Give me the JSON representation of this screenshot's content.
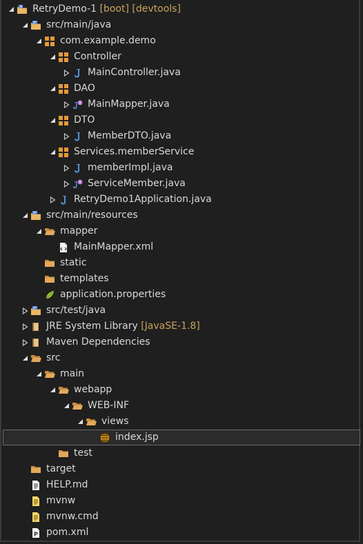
{
  "colors": {
    "background": "#1f1f1f",
    "text": "#d8d8d8",
    "decoration": "#c9a35c",
    "folder": "#e3a85a",
    "package": "#e59a3b",
    "java": "#5a8fd8",
    "interface_badge": "#b673d9"
  },
  "tree": [
    {
      "label": "RetryDemo-1",
      "decoration": " [boot] [devtools]",
      "icon": "project-icon",
      "twisty": "expanded"
    },
    {
      "label": "src/main/java",
      "icon": "source-folder-icon",
      "twisty": "expanded"
    },
    {
      "label": "com.example.demo",
      "icon": "package-icon",
      "twisty": "expanded"
    },
    {
      "label": "Controller",
      "icon": "package-icon",
      "twisty": "expanded"
    },
    {
      "label": "MainController.java",
      "icon": "java-class-icon",
      "twisty": "collapsed"
    },
    {
      "label": "DAO",
      "icon": "package-icon",
      "twisty": "expanded"
    },
    {
      "label": "MainMapper.java",
      "icon": "java-interface-icon",
      "twisty": "collapsed"
    },
    {
      "label": "DTO",
      "icon": "package-icon",
      "twisty": "expanded"
    },
    {
      "label": "MemberDTO.java",
      "icon": "java-class-icon",
      "twisty": "collapsed"
    },
    {
      "label": "Services.memberService",
      "icon": "package-icon",
      "twisty": "expanded"
    },
    {
      "label": "memberImpl.java",
      "icon": "java-class-icon",
      "twisty": "collapsed"
    },
    {
      "label": "ServiceMember.java",
      "icon": "java-interface-icon",
      "twisty": "collapsed"
    },
    {
      "label": "RetryDemo1Application.java",
      "icon": "java-class-icon",
      "twisty": "collapsed"
    },
    {
      "label": "src/main/resources",
      "icon": "source-folder-icon",
      "twisty": "expanded"
    },
    {
      "label": "mapper",
      "icon": "folder-open-icon",
      "twisty": "expanded"
    },
    {
      "label": "MainMapper.xml",
      "icon": "xml-file-icon",
      "twisty": "none"
    },
    {
      "label": "static",
      "icon": "folder-icon",
      "twisty": "none"
    },
    {
      "label": "templates",
      "icon": "folder-icon",
      "twisty": "none"
    },
    {
      "label": "application.properties",
      "icon": "properties-file-icon",
      "twisty": "none"
    },
    {
      "label": "src/test/java",
      "icon": "source-folder-icon",
      "twisty": "collapsed"
    },
    {
      "label": "JRE System Library",
      "decoration": " [JavaSE-1.8]",
      "icon": "library-icon",
      "twisty": "collapsed"
    },
    {
      "label": "Maven Dependencies",
      "icon": "library-icon",
      "twisty": "collapsed"
    },
    {
      "label": "src",
      "icon": "folder-open-icon",
      "twisty": "expanded"
    },
    {
      "label": "main",
      "icon": "folder-open-icon",
      "twisty": "expanded"
    },
    {
      "label": "webapp",
      "icon": "folder-open-icon",
      "twisty": "expanded"
    },
    {
      "label": "WEB-INF",
      "icon": "folder-open-icon",
      "twisty": "expanded"
    },
    {
      "label": "views",
      "icon": "folder-open-icon",
      "twisty": "expanded"
    },
    {
      "label": "index.jsp",
      "icon": "jsp-file-icon",
      "twisty": "none",
      "selected": true
    },
    {
      "label": "test",
      "icon": "folder-icon",
      "twisty": "none"
    },
    {
      "label": "target",
      "icon": "folder-icon",
      "twisty": "none"
    },
    {
      "label": "HELP.md",
      "icon": "text-file-icon",
      "twisty": "none"
    },
    {
      "label": "mvnw",
      "icon": "script-file-icon",
      "twisty": "none"
    },
    {
      "label": "mvnw.cmd",
      "icon": "script-file-icon",
      "twisty": "none"
    },
    {
      "label": "pom.xml",
      "icon": "pom-file-icon",
      "twisty": "none"
    }
  ]
}
